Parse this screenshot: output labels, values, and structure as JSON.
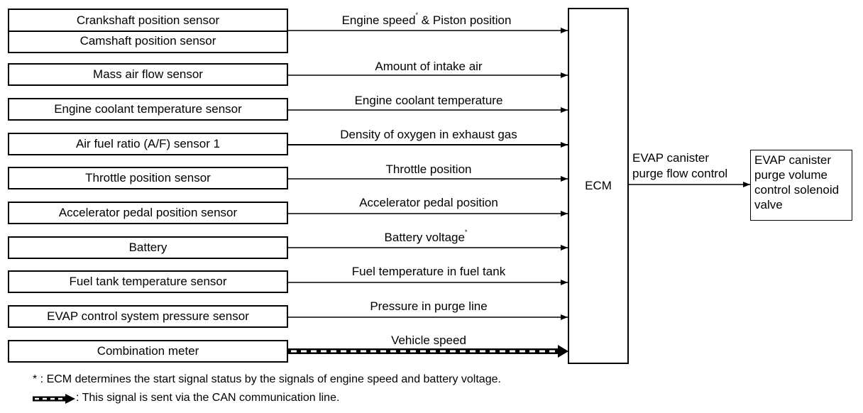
{
  "sensors": {
    "crankshaft": "Crankshaft position sensor",
    "camshaft": "Camshaft position sensor",
    "maf": "Mass air flow sensor",
    "ect": "Engine coolant temperature sensor",
    "af": "Air fuel ratio (A/F) sensor 1",
    "throttle": "Throttle position sensor",
    "accel": "Accelerator pedal position sensor",
    "battery": "Battery",
    "fuel_tank": "Fuel tank temperature sensor",
    "evap_pressure": "EVAP control system pressure sensor",
    "combo": "Combination meter"
  },
  "signals": {
    "engine_speed": "Engine speed",
    "engine_speed_sup": "*",
    "engine_speed_rest": " & Piston position",
    "intake_air": "Amount of intake air",
    "coolant_temp": "Engine coolant temperature",
    "oxygen": "Density of oxygen in exhaust gas",
    "throttle_pos": "Throttle position",
    "accel_pos": "Accelerator pedal position",
    "battery_voltage": "Battery voltage",
    "battery_voltage_sup": "*",
    "fuel_temp": "Fuel temperature in fuel tank",
    "purge_pressure": "Pressure in purge line",
    "vehicle_speed": "Vehicle speed"
  },
  "ecm": "ECM",
  "output": {
    "line1": "EVAP canister",
    "line2": "purge flow control"
  },
  "actuator": {
    "line1": "EVAP canister",
    "line2": "purge volume",
    "line3": "control solenoid",
    "line4": "valve"
  },
  "footnotes": {
    "asterisk": "* : ECM determines the start signal status by the signals of engine speed and battery voltage.",
    "can": ": This signal is sent via the CAN communication line."
  }
}
